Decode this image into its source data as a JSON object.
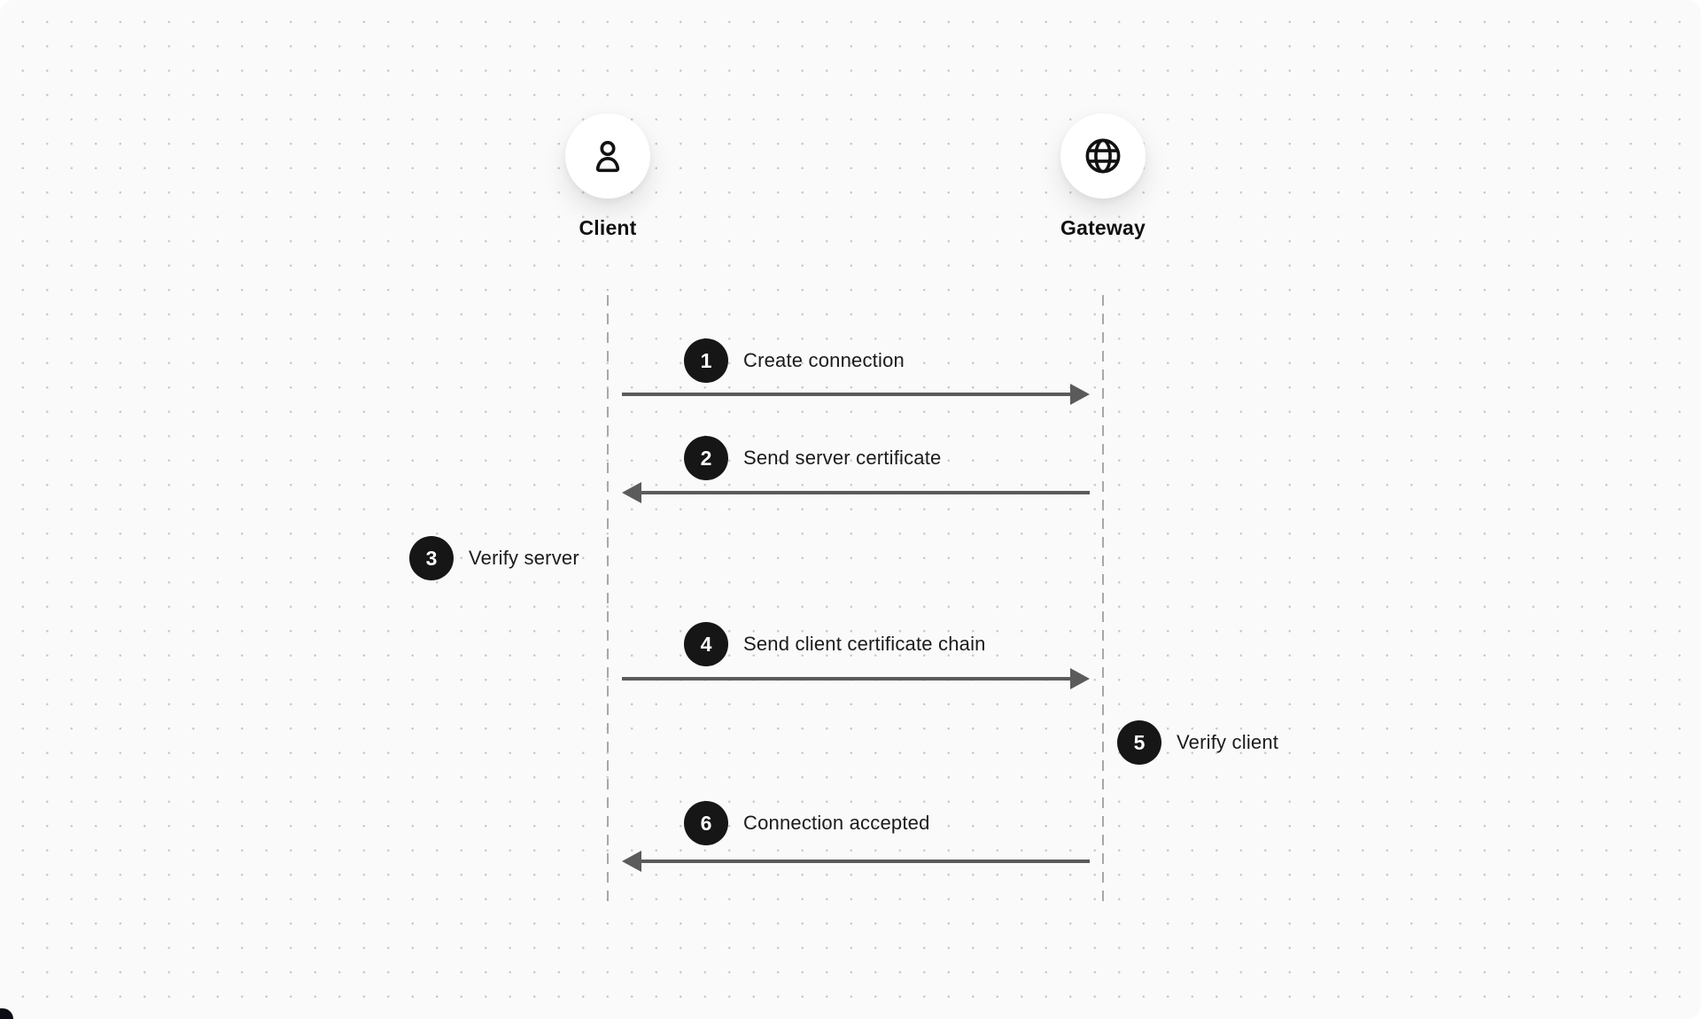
{
  "diagram": {
    "type": "sequence",
    "actors": [
      {
        "name": "Client",
        "icon": "user-icon"
      },
      {
        "name": "Gateway",
        "icon": "globe-icon"
      }
    ],
    "steps": [
      {
        "number": "1",
        "label": "Create connection",
        "type": "message",
        "from": "Client",
        "to": "Gateway"
      },
      {
        "number": "2",
        "label": "Send server certificate",
        "type": "message",
        "from": "Gateway",
        "to": "Client"
      },
      {
        "number": "3",
        "label": "Verify server",
        "type": "self",
        "actor": "Client"
      },
      {
        "number": "4",
        "label": "Send client certificate chain",
        "type": "message",
        "from": "Client",
        "to": "Gateway"
      },
      {
        "number": "5",
        "label": "Verify client",
        "type": "self",
        "actor": "Gateway"
      },
      {
        "number": "6",
        "label": "Connection accepted",
        "type": "message",
        "from": "Gateway",
        "to": "Client"
      }
    ],
    "colors": {
      "canvas_bg": "#fafafa",
      "grid_dot": "#c9c9c9",
      "arrow": "#5b5b5b",
      "lifeline": "#a8a8a8",
      "badge_bg": "#161616",
      "badge_text": "#ffffff",
      "label_text": "#1b1b1b"
    }
  }
}
